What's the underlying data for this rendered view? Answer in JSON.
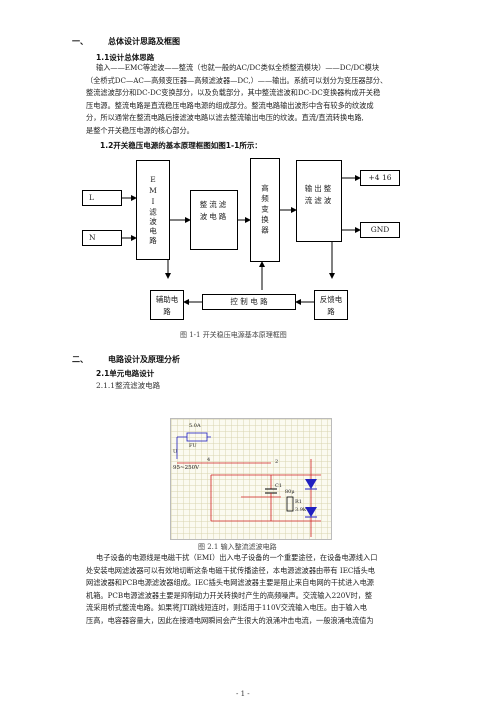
{
  "section1": {
    "number": "一、",
    "title": "总体设计思路及框图",
    "sub1_title": "1.1设计总体思路",
    "para1_lines": [
      "输入——EMC等滤波——整流（也就一般的AC/DC类似全桥整流模块）——DC/DC模块",
      "（全桥式DC—AC—高频变压器—高频滤波器—DC,）——输出。系统可以划分为变压器部分、",
      "整流滤波部分和DC-DC变换部分，以及负载部分，其中整流滤波和DC-DC变换器构成开关稳",
      "压电源。整流电路是直流稳压电路电源的组成部分。整流电路输出波形中含有较多的纹波成",
      "分，所以通常在整流电路后接滤波电路以滤去整流输出电压的纹波。直流/直流转换电路,",
      "是整个开关稳压电源的核心部分。"
    ],
    "sub2_title": "1.2开关稳压电源的基本原理框图如图1-1所示："
  },
  "diagram": {
    "input_L": "L",
    "input_N": "N",
    "emi": "EMI滤波电路",
    "rectifier": "整流滤波电路",
    "hf_transformer": "高频变换器",
    "output_filter": "输出整流滤波",
    "out_pos": "+4 16",
    "out_gnd": "GND",
    "aux": "辅助电路",
    "control": "控 制 电 路",
    "feedback": "反馈电路",
    "caption": "图 1-1  开关稳压电源基本原理框图"
  },
  "section2": {
    "number": "二、",
    "title": "电路设计及原理分析",
    "sub1_title": "2.1单元电路设计",
    "sub1_1_title": "2.1.1整流滤波电路"
  },
  "schematic": {
    "fuse_label": "5.0A",
    "fuse_ref": "FU",
    "source_ref": "U",
    "source_value": "95~250V",
    "node_4": "4",
    "node_2": "2",
    "cap_ref": "C1",
    "cap_value": "80μ",
    "res_ref": "R1",
    "res_value": "3.9k",
    "caption": "图 2.1  输入整流滤波电路"
  },
  "para2_lines": [
    "电子设备的电源线是电磁干扰（EMI）出入电子设备的一个重要途径，在设备电源线入口",
    "处安装电网滤波器可以有效地切断这条电磁干扰传播途径，本电源滤波器由带有 IEC插头电",
    "网滤波器和PCB电源滤波器组成。IEC插头电网滤波器主要是阻止来自电网的干扰进入电源",
    "机箱。PCB电源滤波器主要是抑制动力开关转换时产生的高频噪声。交流输入220V时，整",
    "流采用桥式整流电路。如果将JTI跳线短连时，则适用于110V交流输入电压。由于输入电",
    "压高，电容器容量大，因此在接通电网瞬间会产生很大的浪涌冲击电流，一般浪涌电流值为"
  ],
  "page_number": "- 1 -"
}
